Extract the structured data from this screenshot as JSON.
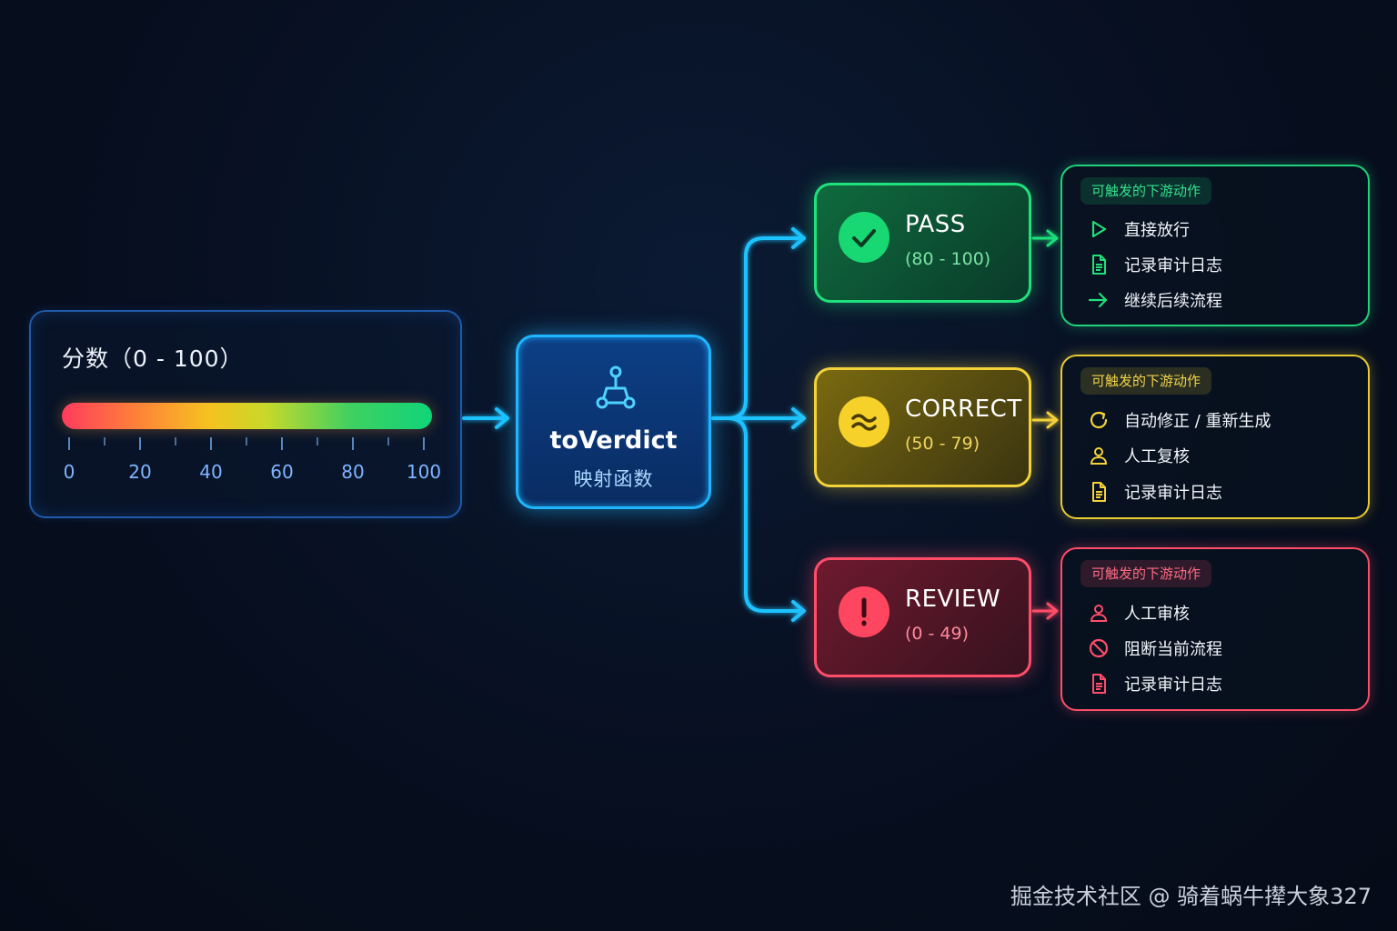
{
  "score_panel": {
    "title": "分数（0 - 100）",
    "scale": {
      "min": 0,
      "max": 100
    },
    "tick_labels": [
      "0",
      "20",
      "40",
      "60",
      "80",
      "100"
    ]
  },
  "center_node": {
    "title": "toVerdict",
    "subtitle": "映射函数",
    "icon": "node-graph-icon",
    "color": "#1fb6ff"
  },
  "verdicts": [
    {
      "key": "pass",
      "title": "PASS",
      "range": "(80 - 100)",
      "color": "#1fe07a",
      "icon": "check-icon",
      "actions_header": "可触发的下游动作",
      "actions": [
        {
          "label": "直接放行",
          "icon": "play-icon"
        },
        {
          "label": "记录审计日志",
          "icon": "document-icon"
        },
        {
          "label": "继续后续流程",
          "icon": "arrow-right-icon"
        }
      ]
    },
    {
      "key": "correct",
      "title": "CORRECT",
      "range": "(50 - 79)",
      "color": "#f3d23a",
      "icon": "approx-icon",
      "actions_header": "可触发的下游动作",
      "actions": [
        {
          "label": "自动修正 / 重新生成",
          "icon": "refresh-icon"
        },
        {
          "label": "人工复核",
          "icon": "user-icon"
        },
        {
          "label": "记录审计日志",
          "icon": "document-icon"
        }
      ]
    },
    {
      "key": "review",
      "title": "REVIEW",
      "range": "(0 - 49)",
      "color": "#ff4d6a",
      "icon": "exclamation-icon",
      "actions_header": "可触发的下游动作",
      "actions": [
        {
          "label": "人工审核",
          "icon": "user-icon"
        },
        {
          "label": "阻断当前流程",
          "icon": "block-icon"
        },
        {
          "label": "记录审计日志",
          "icon": "document-icon"
        }
      ]
    }
  ],
  "watermark": "掘金技术社区 @ 骑着蜗牛撵大象327"
}
